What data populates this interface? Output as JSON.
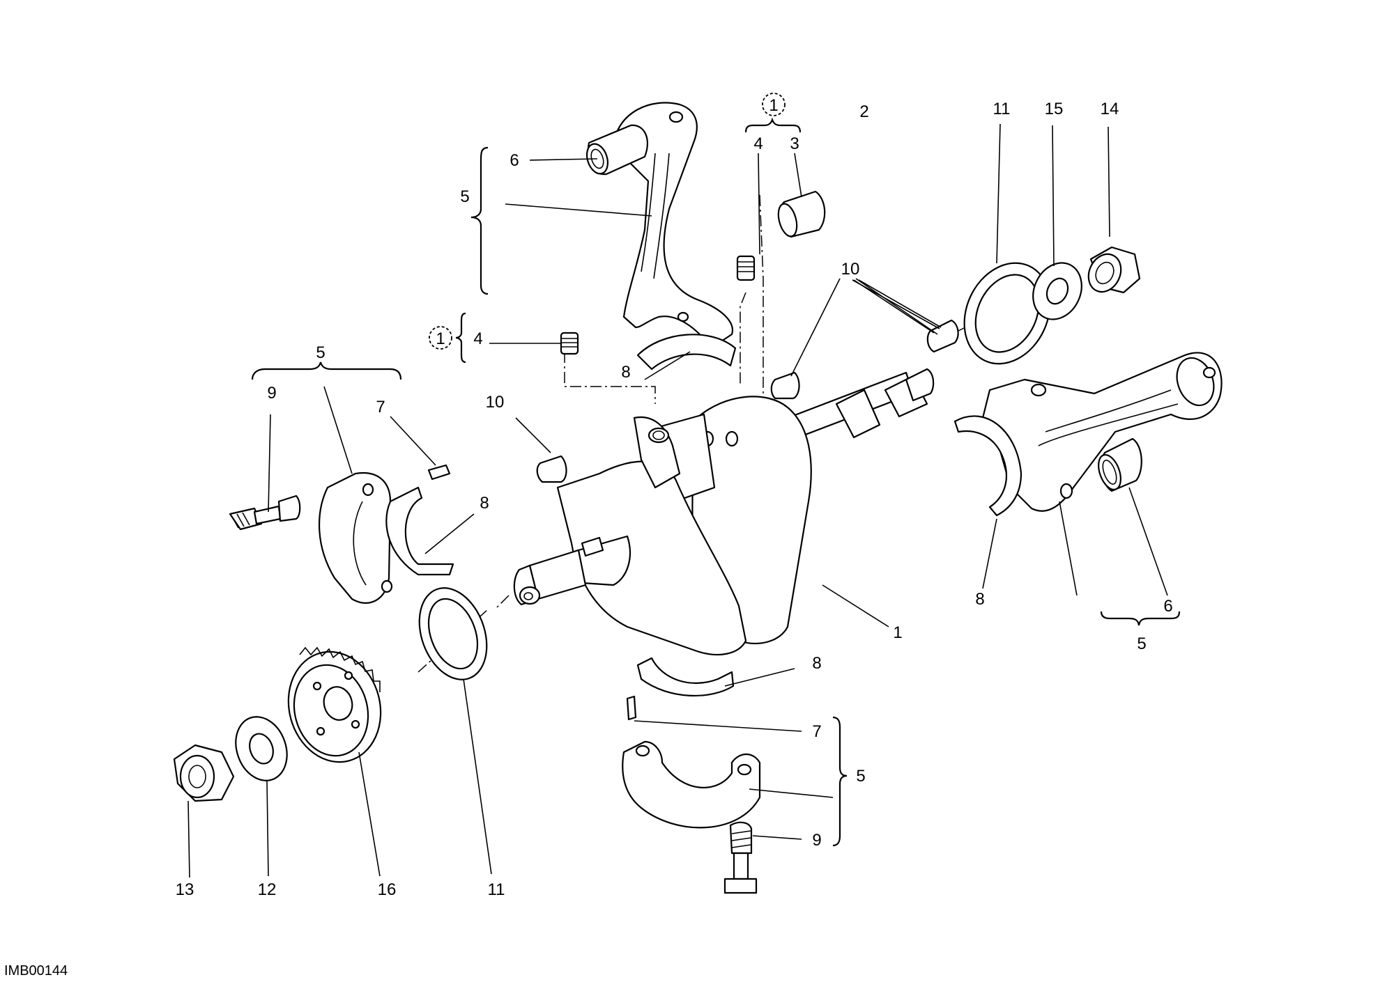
{
  "image_code": "IMB00144",
  "reference_mark": "1",
  "labels": {
    "top_rod_bush": "6",
    "top_rod_group": "5",
    "top_shell": "8",
    "plug_bracket_4": "4",
    "plug_bracket_3": "3",
    "plug_left_4": "4",
    "plug_right_2": "2",
    "key_center": "10",
    "key_left": "10",
    "washer_right": "11",
    "washer_15": "15",
    "nut_14": "14",
    "cap_group_left": "5",
    "bolt_left": "9",
    "pin_left": "7",
    "shell_left": "8",
    "crankshaft": "1",
    "right_shell": "8",
    "right_rod": "5",
    "right_bush": "6",
    "right_group": "5",
    "shell_bottom": "8",
    "pin_bottom": "7",
    "cap_bottom_group": "5",
    "bolt_bottom": "9",
    "nut_13": "13",
    "washer_12": "12",
    "gear_16": "16",
    "washer_left": "11"
  }
}
